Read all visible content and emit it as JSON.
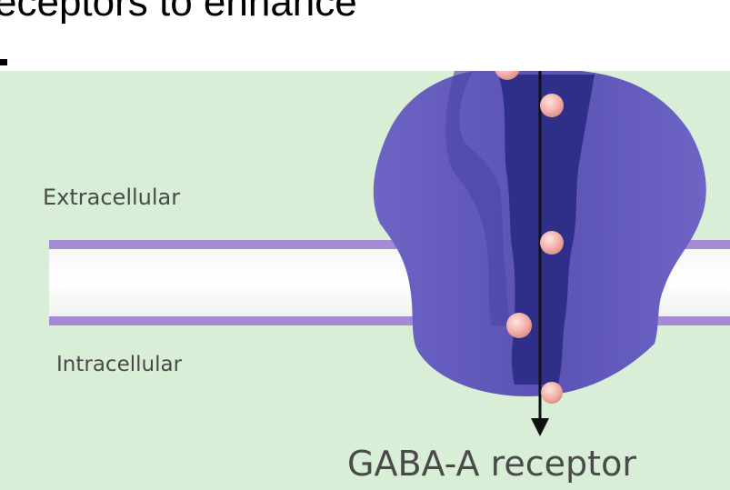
{
  "slide": {
    "heading_text": "eceptors to enhance"
  },
  "diagram": {
    "extracellular_label": "Extracellular",
    "intracellular_label": "Intracellular",
    "receptor_caption": "GABA-A receptor"
  },
  "colors": {
    "background": "#d8eed6",
    "membrane_band": "#a58bd6",
    "receptor_body": "#6a60c0",
    "receptor_channel": "#2f2f8a",
    "ion": "#f2b6b0",
    "label_text": "#4a4a4a"
  }
}
